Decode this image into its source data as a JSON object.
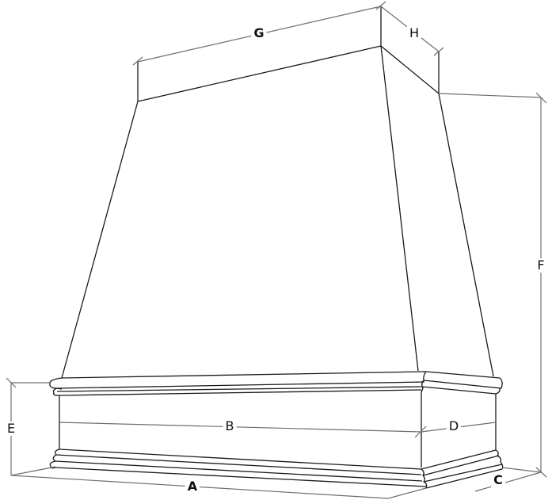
{
  "diagram": {
    "subject": "range hood dimension drawing",
    "line_color": "#1a1a1a",
    "dimension_line_color": "#6e6e6e",
    "labels": {
      "A": "A",
      "B": "B",
      "C": "C",
      "D": "D",
      "E": "E",
      "F": "F",
      "G": "G",
      "H": "H"
    }
  }
}
